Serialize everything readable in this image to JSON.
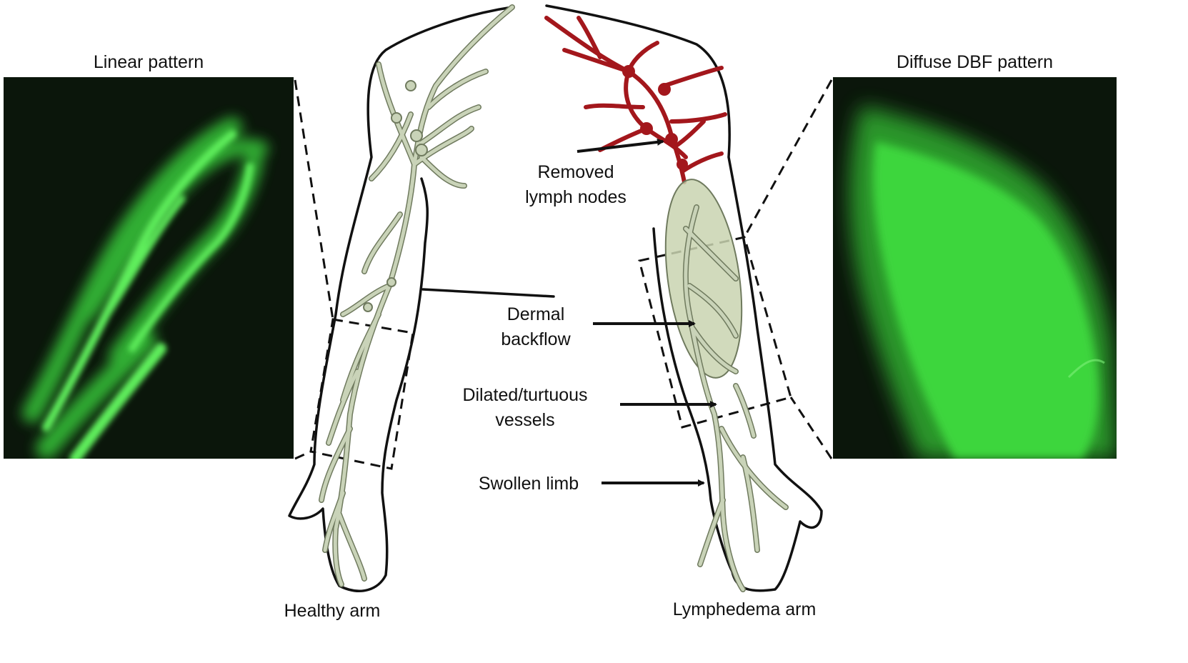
{
  "figure": {
    "left_panel_title": "Linear pattern",
    "right_panel_title": "Diffuse DBF pattern",
    "labels": {
      "removed_nodes_line1": "Removed",
      "removed_nodes_line2": "lymph nodes",
      "dermal_line1": "Dermal",
      "dermal_line2": "backflow",
      "dilated_line1": "Dilated/turtuous",
      "dilated_line2": "vessels",
      "swollen": "Swollen limb",
      "healthy_arm": "Healthy arm",
      "lymphedema_arm": "Lymphedema arm"
    },
    "colors": {
      "lymph_vessel_healthy": "#c9d3b8",
      "lymph_vessel_outline": "#6f7a5e",
      "removed_nodes_red": "#a3171c",
      "dermal_backflow_fill": "#c9d3b0",
      "icg_fluorescence_green": "#39d43a",
      "panel_background": "#0b160b"
    }
  }
}
